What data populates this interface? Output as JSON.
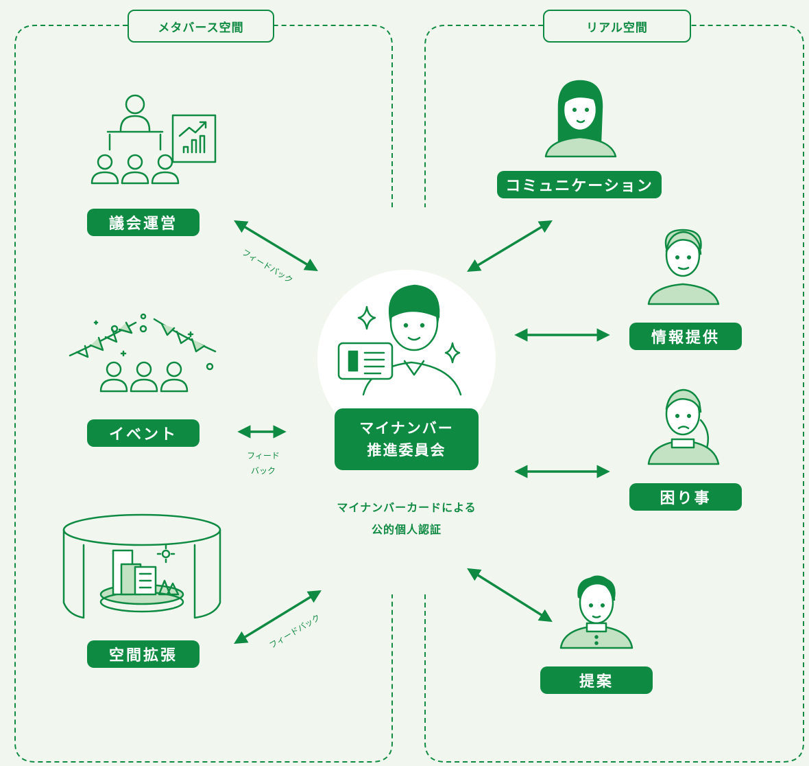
{
  "colors": {
    "green": "#0f8a43",
    "light_green": "#c3e2c3",
    "background": "#f1f7ef"
  },
  "regions": {
    "metaverse": "メタバース空間",
    "real": "リアル空間"
  },
  "center": {
    "line1": "マイナンバー",
    "line2": "推進委員会",
    "caption_line1": "マイナンバーカードによる",
    "caption_line2": "公的個人認証"
  },
  "left_items": {
    "assembly": "議会運営",
    "event": "イベント",
    "space_expansion": "空間拡張"
  },
  "right_items": {
    "communication": "コミュニケーション",
    "info": "情報提供",
    "trouble": "困り事",
    "proposal": "提案"
  },
  "feedback": {
    "top": "フィードバック",
    "middle_line1": "フィード",
    "middle_line2": "バック",
    "bottom": "フィードバック"
  },
  "icons": [
    "presentation-meeting-icon",
    "party-event-icon",
    "virtual-city-icon",
    "official-with-id-card-icon",
    "woman-long-hair-icon",
    "elderly-woman-icon",
    "worried-woman-icon",
    "young-woman-icon",
    "sparkle-icon"
  ]
}
